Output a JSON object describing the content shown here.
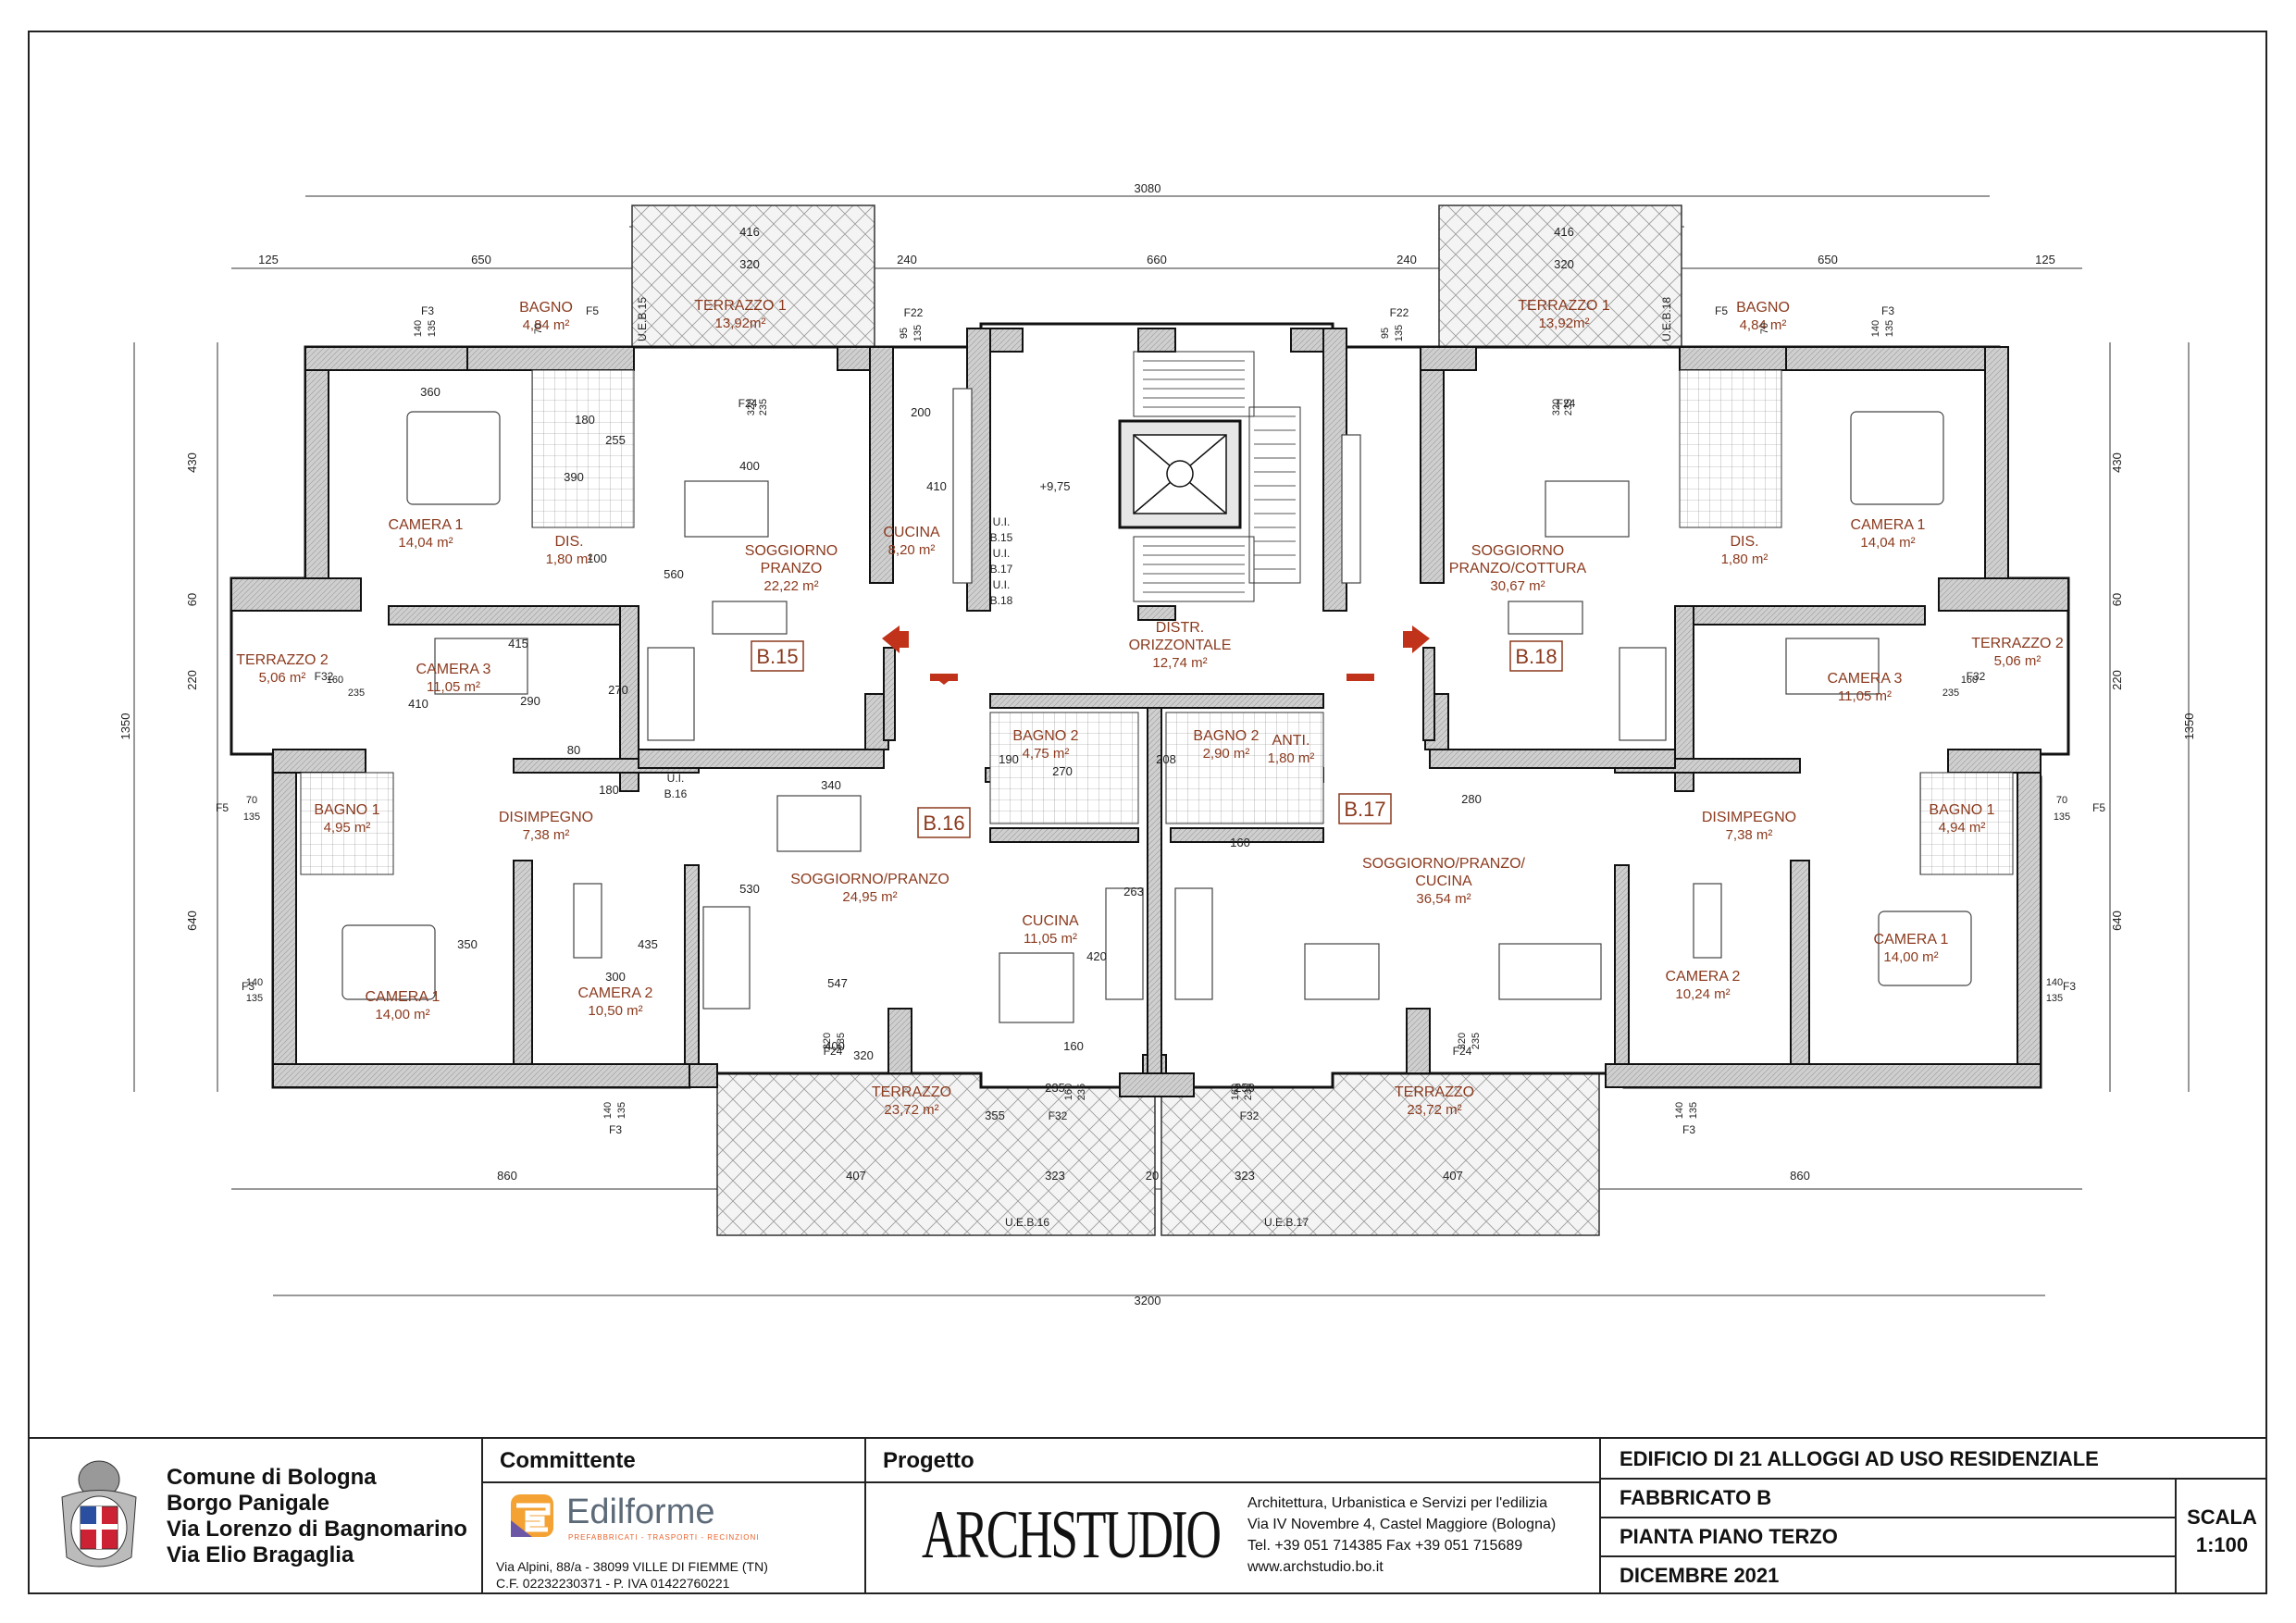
{
  "plan": {
    "dims": {
      "overall_top": "3080",
      "overall_bottom": "3200",
      "top_segments": [
        "125",
        "650",
        "240",
        "660",
        "240",
        "650",
        "125"
      ],
      "terrace_top": [
        "416",
        "320"
      ],
      "left_heights": [
        "430",
        "60",
        "220",
        "640"
      ],
      "side_total": "1350",
      "bottom_segments": [
        "860",
        "407",
        "323",
        "20",
        "323",
        "407",
        "860"
      ],
      "misc": [
        "360",
        "390",
        "180",
        "255",
        "100",
        "400",
        "560",
        "200",
        "410",
        "415",
        "270",
        "290",
        "80",
        "410",
        "180",
        "340",
        "190",
        "270",
        "208",
        "160",
        "263",
        "420",
        "280",
        "547",
        "530",
        "435",
        "300",
        "350",
        "400",
        "320",
        "235",
        "160",
        "250",
        "355"
      ]
    },
    "elevation": "+9,75",
    "units": [
      {
        "id": "B.15"
      },
      {
        "id": "B.16"
      },
      {
        "id": "B.17"
      },
      {
        "id": "B.18"
      }
    ],
    "ui_tag": [
      "U.I.",
      "B.15",
      "U.I.",
      "B.17",
      "U.I.",
      "B.18"
    ],
    "ui_b16": [
      "U.I.",
      "B.16"
    ],
    "ue_tags": [
      "U.E.B.15",
      "U.E.B.18",
      "U.E.B.16",
      "U.E.B.17"
    ],
    "window_tags": [
      "F3",
      "F5",
      "F22",
      "F24",
      "F32"
    ],
    "rooms": [
      {
        "name": "BAGNO",
        "area": "4,84 m²"
      },
      {
        "name": "TERRAZZO 1",
        "area": "13,92m²"
      },
      {
        "name": "CAMERA 1",
        "area": "14,04 m²"
      },
      {
        "name": "DIS.",
        "area": "1,80 m²"
      },
      {
        "name": "SOGGIORNO",
        "name2": "PRANZO",
        "area": "22,22 m²"
      },
      {
        "name": "CUCINA",
        "area": "8,20 m²"
      },
      {
        "name": "DISTR.",
        "name2": "ORIZZONTALE",
        "area": "12,74 m²"
      },
      {
        "name": "SOGGIORNO",
        "name2": "PRANZO/COTTURA",
        "area": "30,67 m²"
      },
      {
        "name": "TERRAZZO 1",
        "area": "13,92m²"
      },
      {
        "name": "BAGNO",
        "area": "4,84 m²"
      },
      {
        "name": "CAMERA 1",
        "area": "14,04 m²"
      },
      {
        "name": "DIS.",
        "area": "1,80 m²"
      },
      {
        "name": "TERRAZZO 2",
        "area": "5,06 m²"
      },
      {
        "name": "CAMERA 3",
        "area": "11,05 m²"
      },
      {
        "name": "TERRAZZO 2",
        "area": "5,06 m²"
      },
      {
        "name": "CAMERA 3",
        "area": "11,05 m²"
      },
      {
        "name": "BAGNO 2",
        "area": "4,75 m²"
      },
      {
        "name": "BAGNO 2",
        "area": "2,90 m²"
      },
      {
        "name": "ANTI.",
        "area": "1,80 m²"
      },
      {
        "name": "BAGNO 1",
        "area": "4,95 m²"
      },
      {
        "name": "DISIMPEGNO",
        "area": "7,38 m²"
      },
      {
        "name": "SOGGIORNO/PRANZO",
        "area": "24,95 m²"
      },
      {
        "name": "SOGGIORNO/PRANZO/",
        "name2": "CUCINA",
        "area": "36,54 m²"
      },
      {
        "name": "DISIMPEGNO",
        "area": "7,38 m²"
      },
      {
        "name": "BAGNO 1",
        "area": "4,94 m²"
      },
      {
        "name": "CUCINA",
        "area": "11,05 m²"
      },
      {
        "name": "CAMERA 1",
        "area": "14,00 m²"
      },
      {
        "name": "CAMERA 2",
        "area": "10,50 m²"
      },
      {
        "name": "CAMERA 2",
        "area": "10,24 m²"
      },
      {
        "name": "CAMERA 1",
        "area": "14,00 m²"
      },
      {
        "name": "TERRAZZO",
        "area": "23,72 m²"
      },
      {
        "name": "TERRAZZO",
        "area": "23,72 m²"
      }
    ],
    "window_codes": {
      "a": "140",
      "b": "135",
      "c": "70",
      "d": "95",
      "e": "320",
      "f": "235",
      "g": "160"
    }
  },
  "titleblock": {
    "municipality": [
      "Comune di Bologna",
      "Borgo Panigale",
      "Via Lorenzo di Bagnomarino",
      "Via Elio Bragaglia"
    ],
    "committente_label": "Committente",
    "client_name": "Edilforme",
    "client_sub": "PREFABBRICATI - TRASPORTI - RECINZIONI",
    "client_address": "Via Alpini, 88/a - 38099 VILLE DI FIEMME (TN)",
    "client_tax": "C.F. 02232230371 - P. IVA 01422760221",
    "progetto_label": "Progetto",
    "studio_logo": "ARCHSTUDIO",
    "studio_info": [
      "Architettura, Urbanistica e Servizi per l'edilizia",
      "Via IV Novembre 4, Castel Maggiore (Bologna)",
      "Tel. +39 051 714385 Fax +39 051 715689",
      "www.archstudio.bo.it"
    ],
    "project_lines": [
      "EDIFICIO DI 21 ALLOGGI AD USO RESIDENZIALE",
      "FABBRICATO B",
      "PIANTA PIANO TERZO",
      "DICEMBRE 2021"
    ],
    "scale_label": "SCALA",
    "scale_value": "1:100"
  },
  "colors": {
    "room_label": "#8b3a1e",
    "wall_fill": "#d9d9d9",
    "wall_stroke": "#111111",
    "arrow": "#c0321a"
  }
}
